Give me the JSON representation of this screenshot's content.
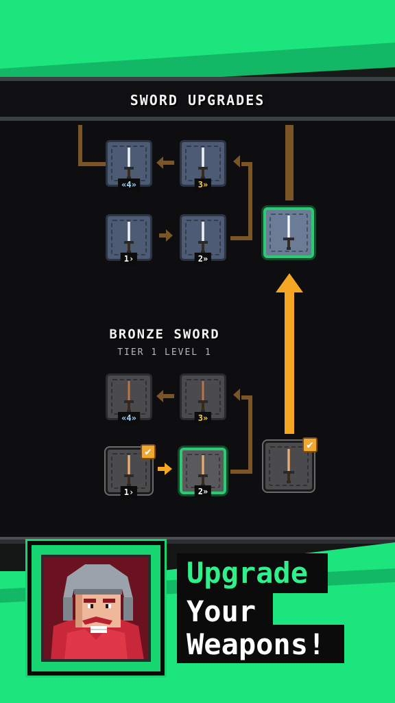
{
  "panel": {
    "title": "SWORD UPGRADES"
  },
  "upper_tree": {
    "badges": [
      "«4»",
      "3»",
      "1›",
      "2»"
    ]
  },
  "selected_weapon": {
    "name": "BRONZE SWORD",
    "tier_level": "TIER 1 LEVEL 1"
  },
  "lower_tree": {
    "badges": [
      "«4»",
      "3»",
      "1›",
      "2»"
    ],
    "check": "✔"
  },
  "promo": {
    "line1": "Upgrade",
    "line2": "Your",
    "line3": "Weapons!"
  },
  "colors": {
    "bg_green": "#1de57d",
    "panel_dark": "#0e0e10",
    "connector_dim": "#7a5526",
    "connector_bright": "#f5a623",
    "select_green": "#2fc874"
  },
  "icons": [
    "sword-icon",
    "check-icon",
    "arrow-left-icon",
    "arrow-right-icon",
    "arrow-up-icon",
    "knight-portrait"
  ]
}
